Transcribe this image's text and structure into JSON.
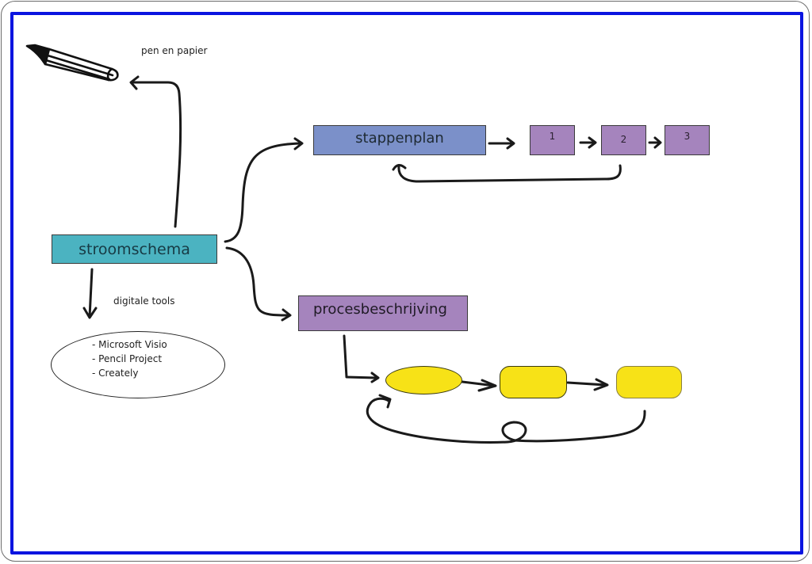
{
  "diagram": {
    "root": {
      "label": "stroomschema",
      "color": "#4bb3c1"
    },
    "branches": {
      "pen_and_paper": {
        "label": "pen en papier",
        "icon": "pencil-icon"
      },
      "digital_tools": {
        "label": "digitale tools",
        "items": [
          "- Microsoft Visio",
          "- Pencil Project",
          "- Creately"
        ]
      },
      "step_plan": {
        "label": "stappenplan",
        "color": "#7b90c9",
        "steps": [
          "1",
          "2",
          "3"
        ],
        "step_color": "#a584bd"
      },
      "process_description": {
        "label": "procesbeschrijving",
        "color": "#a584bd",
        "flow_shape_color": "#f7e217"
      }
    },
    "frame_color": "#0a14e0"
  }
}
